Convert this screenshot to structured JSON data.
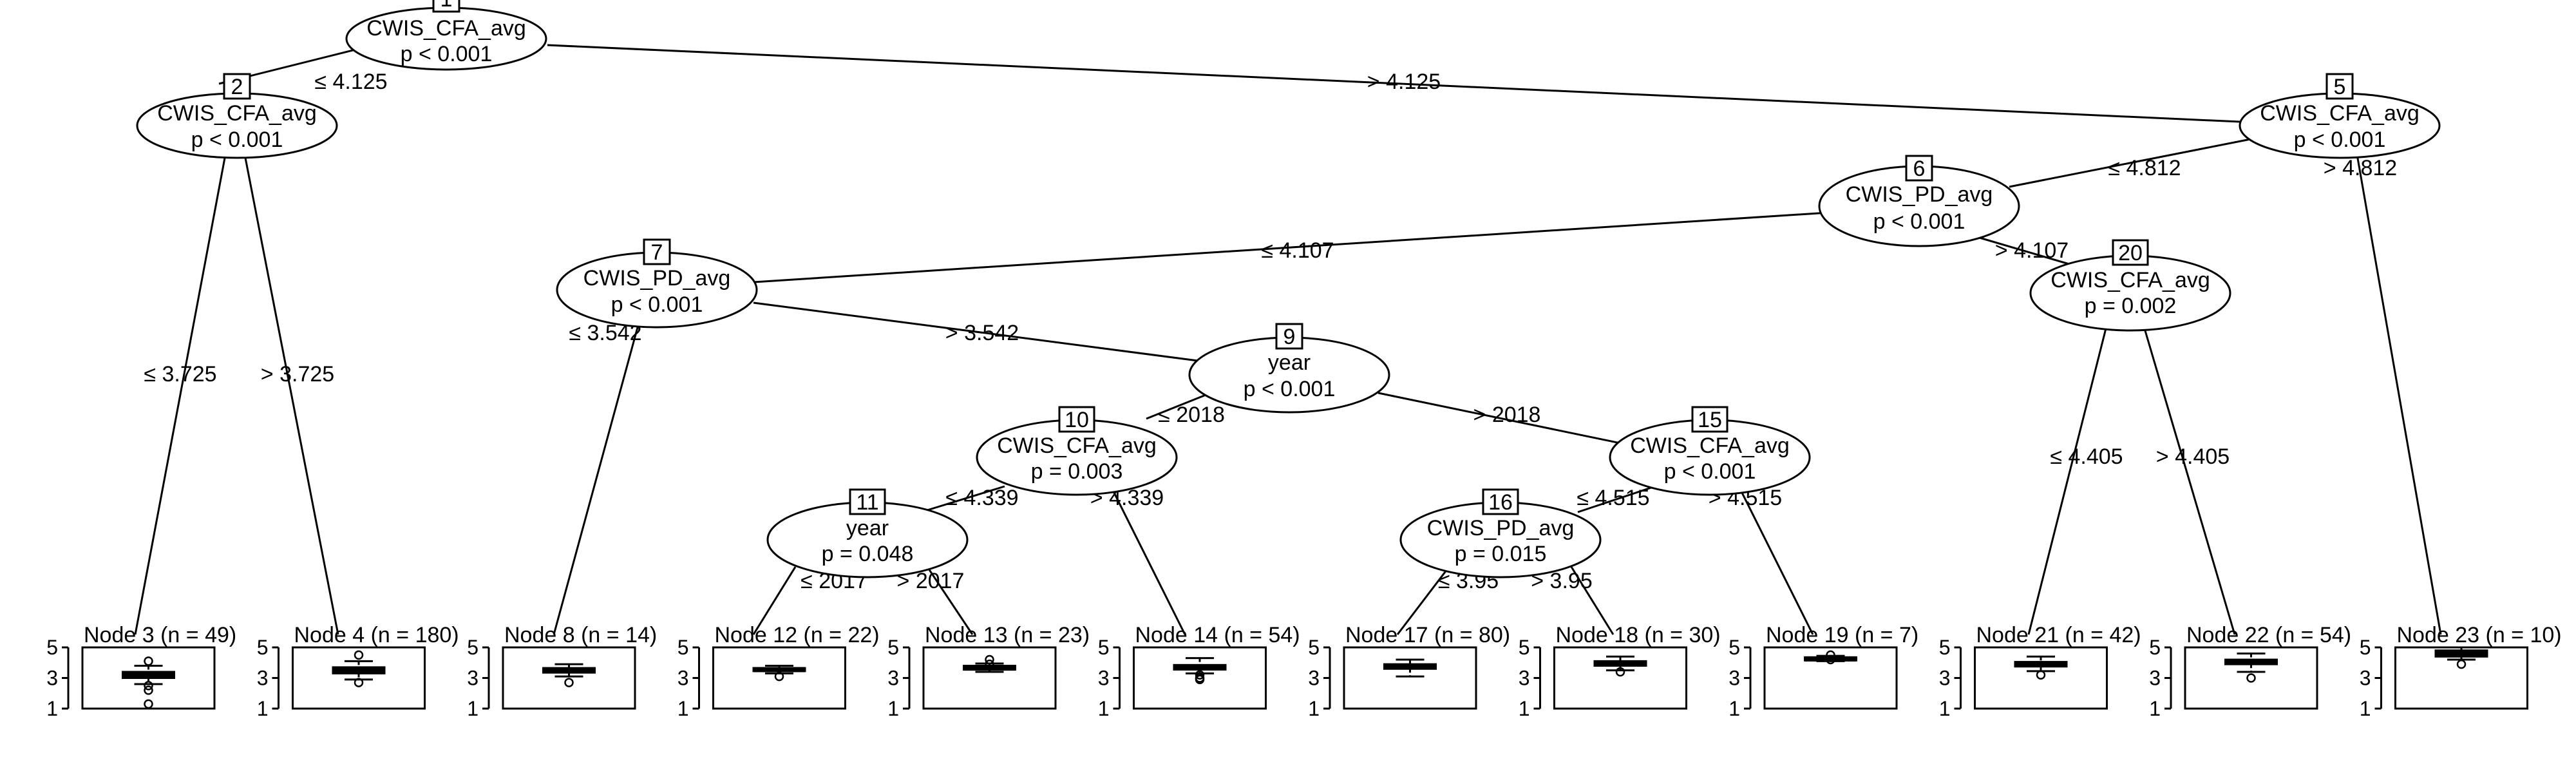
{
  "inner_nodes": [
    {
      "id": "1",
      "variable": "CWIS_CFA_avg",
      "p": "p < 0.001"
    },
    {
      "id": "2",
      "variable": "CWIS_CFA_avg",
      "p": "p < 0.001"
    },
    {
      "id": "5",
      "variable": "CWIS_CFA_avg",
      "p": "p < 0.001"
    },
    {
      "id": "6",
      "variable": "CWIS_PD_avg",
      "p": "p < 0.001"
    },
    {
      "id": "7",
      "variable": "CWIS_PD_avg",
      "p": "p < 0.001"
    },
    {
      "id": "9",
      "variable": "year",
      "p": "p < 0.001"
    },
    {
      "id": "10",
      "variable": "CWIS_CFA_avg",
      "p": "p = 0.003"
    },
    {
      "id": "11",
      "variable": "year",
      "p": "p = 0.048"
    },
    {
      "id": "15",
      "variable": "CWIS_CFA_avg",
      "p": "p < 0.001"
    },
    {
      "id": "16",
      "variable": "CWIS_PD_avg",
      "p": "p = 0.015"
    },
    {
      "id": "20",
      "variable": "CWIS_CFA_avg",
      "p": "p = 0.002"
    }
  ],
  "edge_labels": [
    "≤ 4.125",
    "> 4.125",
    "≤ 3.725",
    "> 3.725",
    "≤ 4.812",
    "> 4.812",
    "≤ 4.107",
    "> 4.107",
    "≤ 3.542",
    "> 3.542",
    "≤ 2018",
    "> 2018",
    "≤ 4.339",
    "> 4.339",
    "≤ 2017",
    "> 2017",
    "≤ 4.515",
    "> 4.515",
    "≤ 3.95",
    "> 3.95",
    "≤ 4.405",
    "> 4.405"
  ],
  "terminal_nodes": [
    {
      "title": "Node 3 (n = 49)",
      "box": {
        "q1": 3.0,
        "median": 3.2,
        "q3": 3.4,
        "whisk_lo": 2.6,
        "whisk_hi": 3.8,
        "outliers": [
          4.1,
          2.5,
          2.2,
          1.3
        ]
      }
    },
    {
      "title": "Node 4 (n = 180)",
      "box": {
        "q1": 3.3,
        "median": 3.5,
        "q3": 3.7,
        "whisk_lo": 2.9,
        "whisk_hi": 4.1,
        "outliers": [
          4.5,
          2.7
        ]
      }
    },
    {
      "title": "Node 8 (n = 14)",
      "box": {
        "q1": 3.35,
        "median": 3.5,
        "q3": 3.65,
        "whisk_lo": 3.1,
        "whisk_hi": 3.9,
        "outliers": [
          2.7
        ]
      }
    },
    {
      "title": "Node 12 (n = 22)",
      "box": {
        "q1": 3.45,
        "median": 3.55,
        "q3": 3.65,
        "whisk_lo": 3.3,
        "whisk_hi": 3.8,
        "outliers": [
          3.1
        ]
      }
    },
    {
      "title": "Node 13 (n = 23)",
      "box": {
        "q1": 3.55,
        "median": 3.65,
        "q3": 3.8,
        "whisk_lo": 3.4,
        "whisk_hi": 3.95,
        "outliers": [
          4.2,
          3.9
        ]
      }
    },
    {
      "title": "Node 14 (n = 54)",
      "box": {
        "q1": 3.55,
        "median": 3.7,
        "q3": 3.85,
        "whisk_lo": 3.3,
        "whisk_hi": 4.3,
        "outliers": [
          3.2,
          3.0,
          2.9
        ]
      }
    },
    {
      "title": "Node 17 (n = 80)",
      "box": {
        "q1": 3.6,
        "median": 3.75,
        "q3": 3.9,
        "whisk_lo": 3.1,
        "whisk_hi": 4.2,
        "outliers": []
      }
    },
    {
      "title": "Node 18 (n = 30)",
      "box": {
        "q1": 3.8,
        "median": 3.95,
        "q3": 4.1,
        "whisk_lo": 3.5,
        "whisk_hi": 4.4,
        "outliers": [
          3.4
        ]
      }
    },
    {
      "title": "Node 19 (n = 7)",
      "box": {
        "q1": 4.15,
        "median": 4.25,
        "q3": 4.35,
        "whisk_lo": 4.1,
        "whisk_hi": 4.45,
        "outliers": [
          4.5,
          4.2
        ]
      }
    },
    {
      "title": "Node 21 (n = 42)",
      "box": {
        "q1": 3.75,
        "median": 3.9,
        "q3": 4.05,
        "whisk_lo": 3.45,
        "whisk_hi": 4.4,
        "outliers": [
          3.2
        ]
      }
    },
    {
      "title": "Node 22 (n = 54)",
      "box": {
        "q1": 3.9,
        "median": 4.05,
        "q3": 4.2,
        "whisk_lo": 3.4,
        "whisk_hi": 4.6,
        "outliers": [
          3.0
        ]
      }
    },
    {
      "title": "Node 23 (n = 10)",
      "box": {
        "q1": 4.4,
        "median": 4.6,
        "q3": 4.8,
        "whisk_lo": 4.2,
        "whisk_hi": 5.0,
        "outliers": [
          3.9
        ]
      }
    }
  ],
  "y_axis_ticks": [
    "1",
    "3",
    "5"
  ],
  "y_range": [
    1,
    5
  ]
}
